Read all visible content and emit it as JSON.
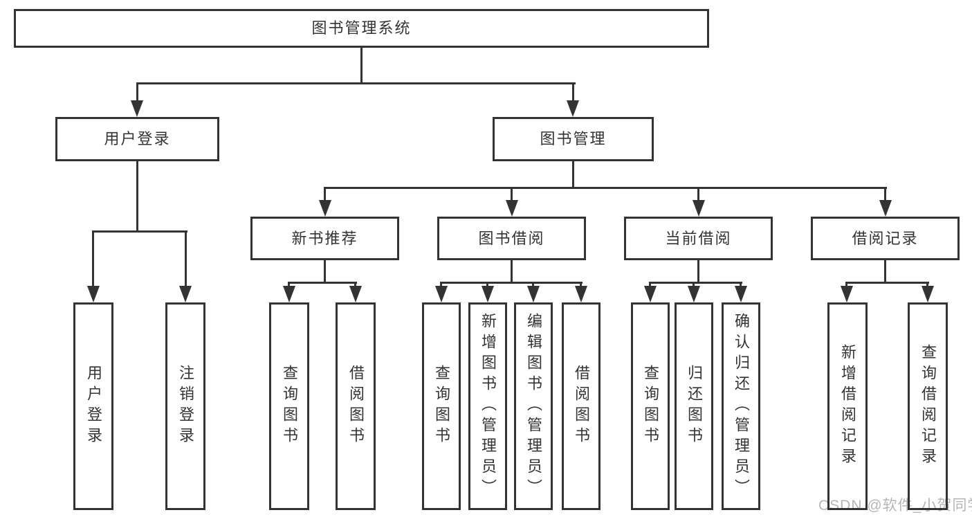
{
  "diagram": {
    "colors": {
      "line": "#333333",
      "text": "#333333",
      "watermark": "#b5b5b5",
      "background": "#ffffff"
    },
    "root": {
      "label": "图书管理系统"
    },
    "level2": [
      {
        "label": "用户登录"
      },
      {
        "label": "图书管理"
      }
    ],
    "level3": [
      {
        "label": "新书推荐",
        "parent": "图书管理"
      },
      {
        "label": "图书借阅",
        "parent": "图书管理"
      },
      {
        "label": "当前借阅",
        "parent": "图书管理"
      },
      {
        "label": "借阅记录",
        "parent": "图书管理"
      }
    ],
    "leaves": [
      {
        "label": "用户登录",
        "parent": "用户登录"
      },
      {
        "label": "注销登录",
        "parent": "用户登录"
      },
      {
        "label": "查询图书",
        "parent": "新书推荐"
      },
      {
        "label": "借阅图书",
        "parent": "新书推荐"
      },
      {
        "label": "查询图书",
        "parent": "图书借阅"
      },
      {
        "label": "新增图书（管理员）",
        "parent": "图书借阅"
      },
      {
        "label": "编辑图书（管理员）",
        "parent": "图书借阅"
      },
      {
        "label": "借阅图书",
        "parent": "图书借阅"
      },
      {
        "label": "查询图书",
        "parent": "当前借阅"
      },
      {
        "label": "归还图书",
        "parent": "当前借阅"
      },
      {
        "label": "确认归还（管理员）",
        "parent": "当前借阅"
      },
      {
        "label": "新增借阅记录",
        "parent": "借阅记录"
      },
      {
        "label": "查询借阅记录",
        "parent": "借阅记录"
      }
    ],
    "watermark": {
      "text": "CSDN @软件_小贺同学"
    }
  }
}
